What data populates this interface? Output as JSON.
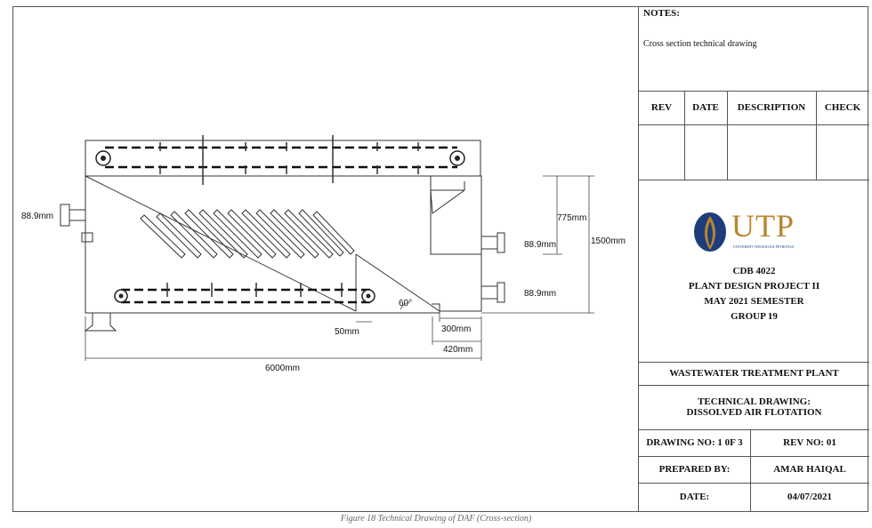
{
  "drawing": {
    "dimensions": {
      "inlet_pipe": "88.9mm",
      "height_775": "775mm",
      "height_1500": "1500mm",
      "outlet_pipe_top": "88.9mm",
      "outlet_pipe_bottom": "88.9mm",
      "angle": "60°",
      "gap_50": "50mm",
      "width_300": "300mm",
      "width_420": "420mm",
      "length_6000": "6000mm"
    }
  },
  "title_block": {
    "notes_title": "NOTES:",
    "notes_text": "Cross section technical drawing",
    "rev_headers": [
      "REV",
      "DATE",
      "DESCRIPTION",
      "CHECK"
    ],
    "logo_text": "UTP",
    "logo_subtext": "UNIVERSITI TEKNOLOGI PETRONAS",
    "course_code": "CDB 4022",
    "course_name": "PLANT DESIGN PROJECT II",
    "semester": "MAY 2021 SEMESTER",
    "group": "GROUP 19",
    "plant": "WASTEWATER TREATMENT PLANT",
    "drawing_title_1": "TECHNICAL DRAWING:",
    "drawing_title_2": "DISSOLVED AIR FLOTATION",
    "drawing_no": "DRAWING NO: 1 0F 3",
    "rev_no": "REV NO: 01",
    "prepared_by_label": "PREPARED BY:",
    "prepared_by": "AMAR HAIQAL",
    "date_label": "DATE:",
    "date": "04/07/2021",
    "colors": {
      "logo_blue": "#1f3d7a",
      "logo_gold": "#b8862f"
    }
  },
  "caption": "Figure 18 Technical Drawing of DAF (Cross-section)"
}
